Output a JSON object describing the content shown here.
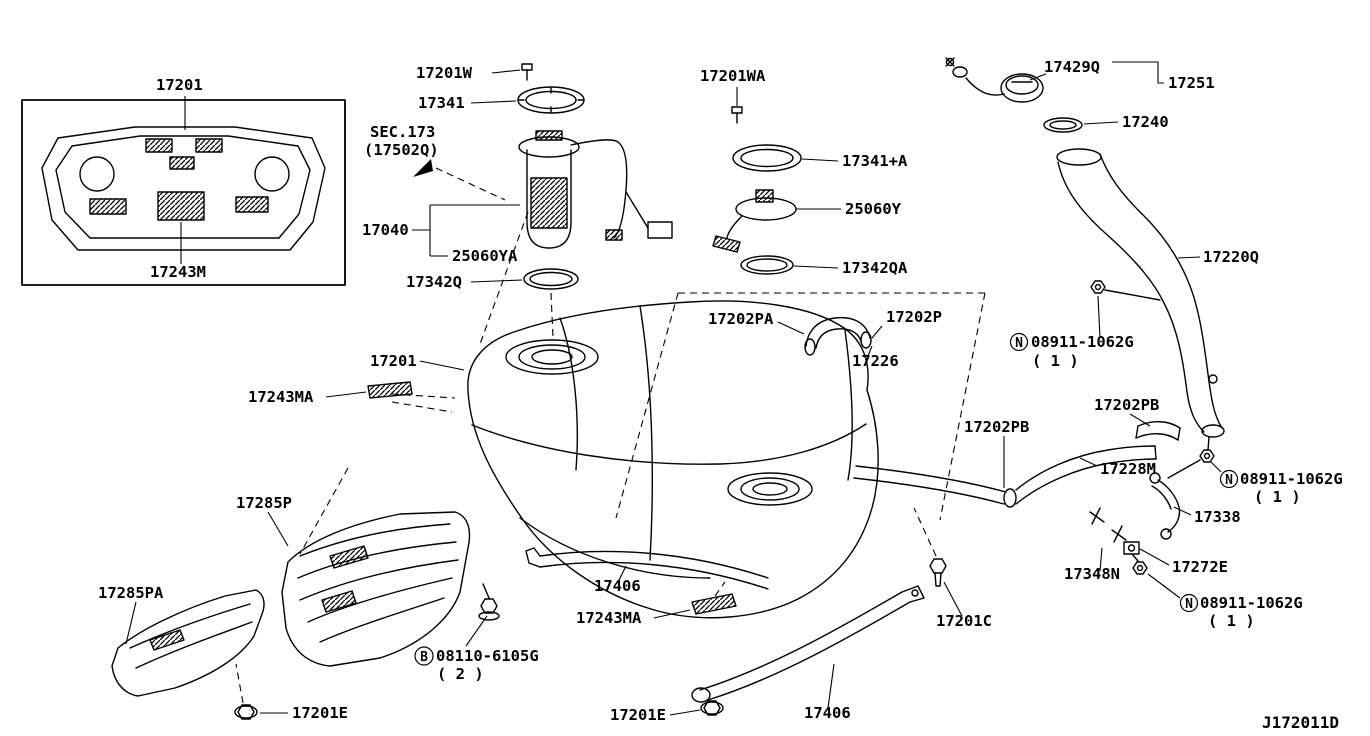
{
  "diagram": {
    "code": "J172011D",
    "section_note": {
      "line1": "SEC.173",
      "line2": "(17502Q)"
    },
    "circled": {
      "n": "N",
      "b": "B"
    },
    "labels": {
      "body_panel": "17201",
      "body_panel_pad": "17243M",
      "pump_plug_bolt": "17201W",
      "pump_lock_ring": "17341",
      "pump_assembly": "17040",
      "fuel_pump": "25060YA",
      "pump_seal_ring": "17342Q",
      "sender_plug_bolt": "17201WA",
      "sender_lock_ring": "17341+A",
      "fuel_gauge_sender": "25060Y",
      "sender_seal_ring": "17342QA",
      "filler_cap": "17429Q",
      "filler_cap_assembly": "17251",
      "filler_neck_gasket": "17240",
      "filler_tube": "17220Q",
      "hose_upper_left": "17202PA",
      "hose_upper_right": "17202P",
      "hose_clamp_upper": "17226",
      "nut_filler": "08911-1062G",
      "nut_filler_qty": "( 1 )",
      "hose_pb_right": "17202PB",
      "hose_pb_left": "17202PB",
      "hose_center": "17228M",
      "nut_right": "08911-1062G",
      "nut_right_qty": "( 1 )",
      "vent_tube": "17338",
      "clamp_right": "17272E",
      "clamp_pair": "17348N",
      "nut_lower": "08911-1062G",
      "nut_lower_qty": "( 1 )",
      "fuel_tank": "17201",
      "tank_pad_upper": "17243MA",
      "heat_shield": "17285P",
      "heat_shield_front": "17285PA",
      "tank_strap_upper": "17406",
      "tank_pad_lower": "17243MA",
      "shield_bolt": "08110-6105G",
      "shield_bolt_qty": "( 2 )",
      "bolt_left": "17201E",
      "bolt_center": "17201E",
      "tank_strap_lower": "17406",
      "strap_bolt": "17201C"
    }
  }
}
